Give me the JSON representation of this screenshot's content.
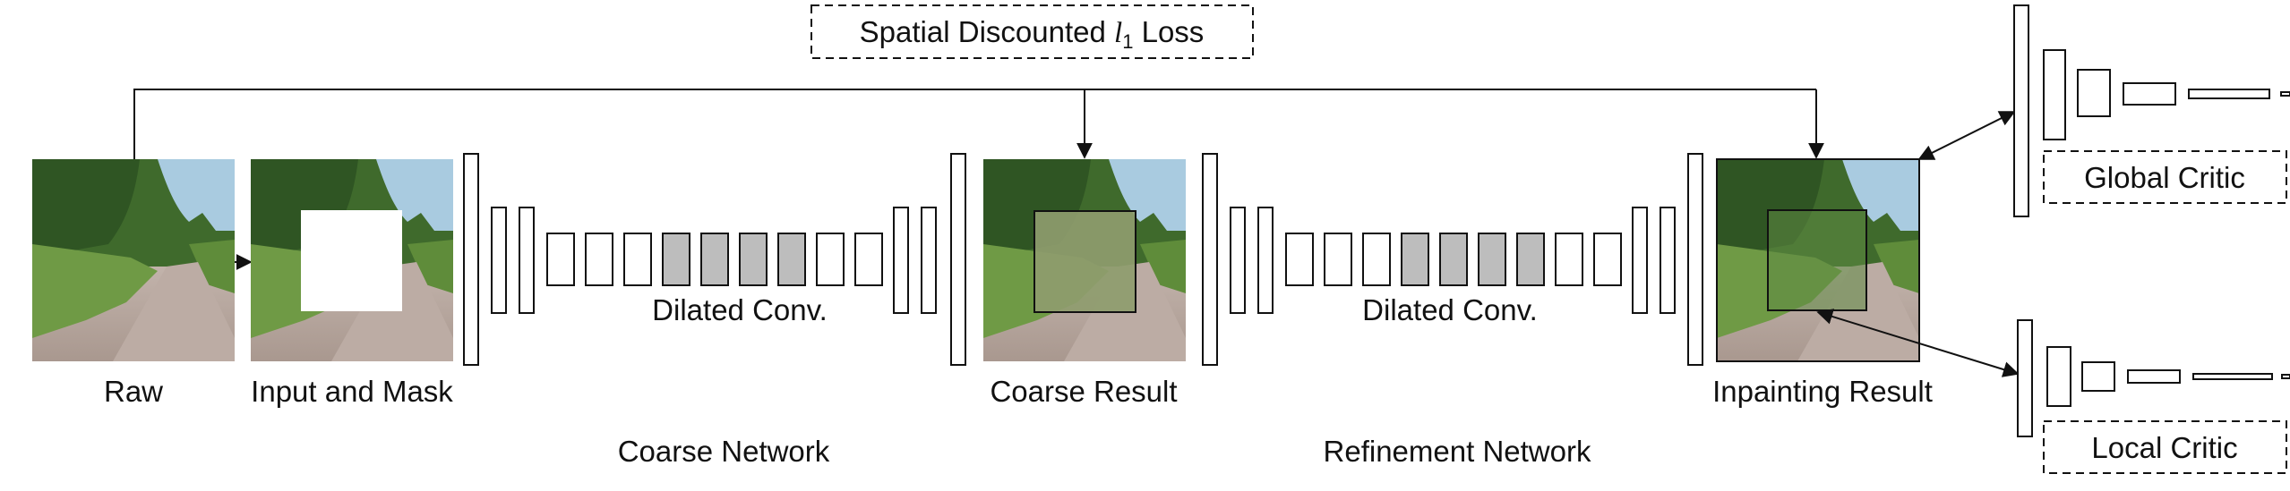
{
  "loss_box": {
    "label_prefix": "Spatial Discounted ",
    "label_var": "l",
    "label_sub": "1",
    "label_suffix": " Loss"
  },
  "images": {
    "raw_caption": "Raw",
    "input_caption": "Input and Mask",
    "coarse_caption": "Coarse Result",
    "inpaint_caption": "Inpainting Result"
  },
  "coarse_network": {
    "dilated_label": "Dilated Conv.",
    "title": "Coarse Network"
  },
  "refinement_network": {
    "dilated_label": "Dilated Conv.",
    "title": "Refinement Network"
  },
  "critics": {
    "global_label": "Global Critic",
    "local_label": "Local Critic"
  },
  "colors": {
    "stroke": "#111111",
    "dilated_fill": "#bdbdbd",
    "sky": "#a9cbe0",
    "foliage": "#3f6a2c",
    "grass": "#6f9a45",
    "road": "#b8aaa4"
  }
}
